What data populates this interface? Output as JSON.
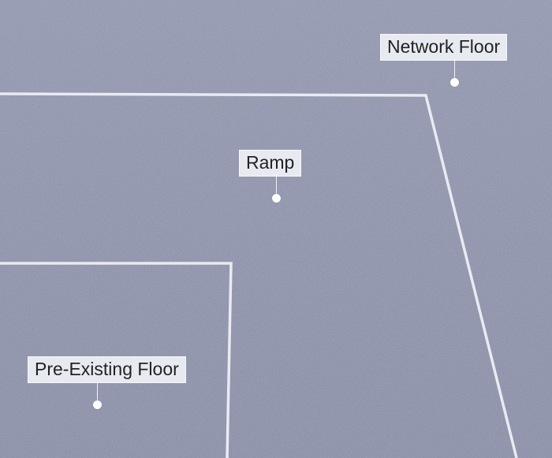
{
  "labels": {
    "network_floor": "Network Floor",
    "ramp": "Ramp",
    "pre_existing_floor": "Pre-Existing Floor"
  },
  "colors": {
    "carpet": "#8e93ab",
    "carpet_light": "#a5aac0",
    "seam": "#e9ebf1",
    "label_bg": "#eef0f6",
    "label_text": "#222222",
    "marker": "#ffffff"
  }
}
